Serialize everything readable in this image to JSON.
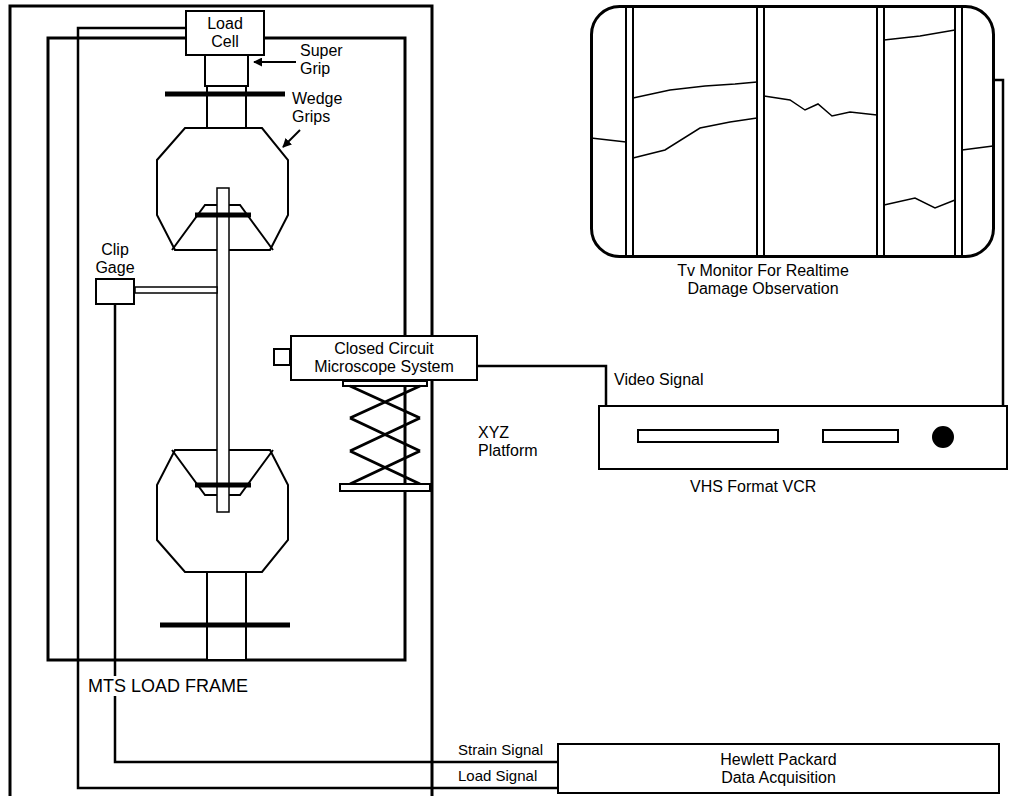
{
  "diagram": {
    "nodes": [
      {
        "text": [
          "Load Cell"
        ]
      },
      {
        "text": [
          "Tv Monitor For Realtime Damage Observation"
        ]
      },
      {
        "text": [
          "Clip Gage"
        ]
      },
      {
        "text": [
          "Closed Circuit Microscope System"
        ]
      },
      {
        "text": [
          "VHS Format VCR"
        ]
      },
      {
        "text": [
          "Hewlett Packard Data Acquisition"
        ]
      }
    ],
    "edges": [
      {
        "from": 0,
        "to": 5,
        "arrow": "none",
        "label": "Load Signal"
      },
      {
        "from": 2,
        "to": 5,
        "arrow": "none",
        "label": "Strain Signal"
      },
      {
        "from": 3,
        "to": 4,
        "arrow": "none",
        "label": "Video Signal"
      },
      {
        "from": 1,
        "to": 4,
        "arrow": "none"
      }
    ],
    "labels": [
      "Super Grip",
      "Wedge Grips",
      "XYZ Platform",
      "MTS LOAD FRAME"
    ]
  }
}
